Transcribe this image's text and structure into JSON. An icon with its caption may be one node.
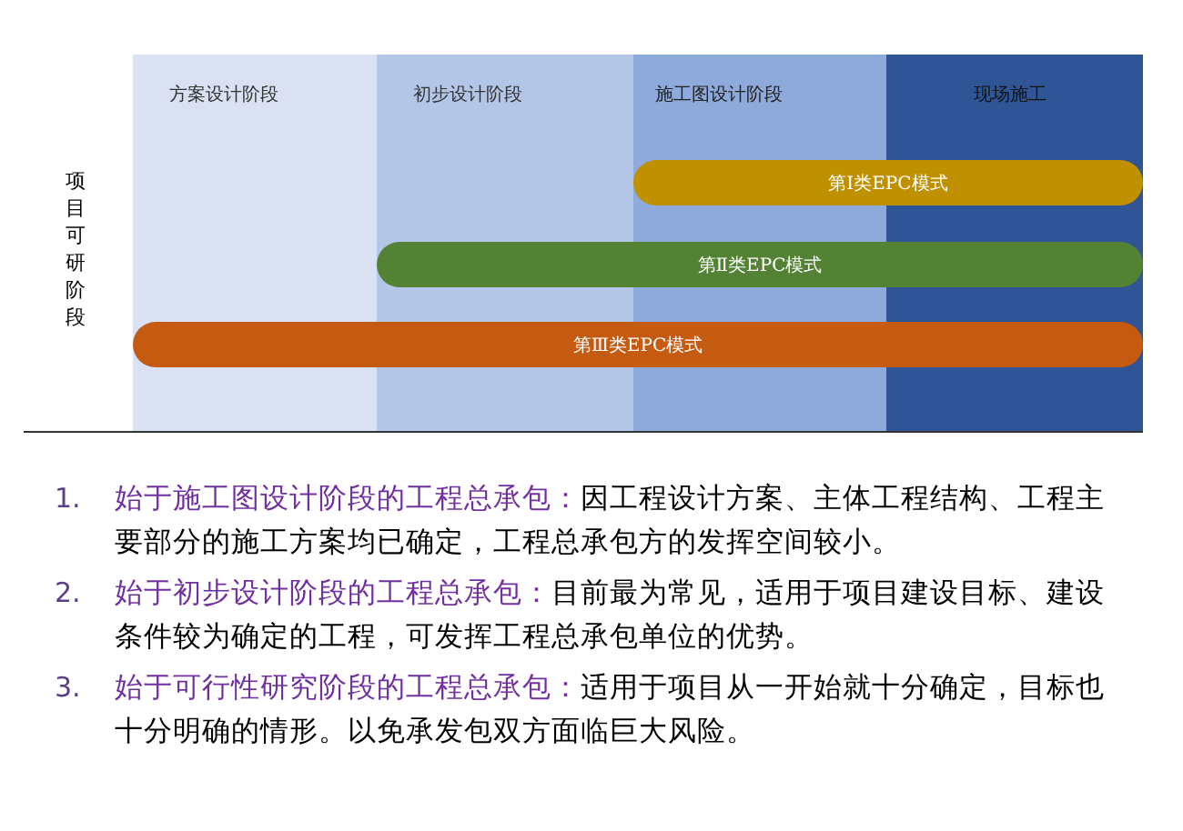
{
  "diagram": {
    "nodes": [
      {
        "text": [
          "方案设计阶段"
        ]
      },
      {
        "text": [
          "初步设计阶段"
        ]
      },
      {
        "text": [
          "施工图设计阶段"
        ]
      },
      {
        "text": [
          "现场施工"
        ]
      },
      {
        "text": [
          "第Ⅰ类EPC模式"
        ]
      },
      {
        "text": [
          "第Ⅱ类EPC模式"
        ]
      },
      {
        "text": [
          "第Ⅲ类EPC模式"
        ]
      }
    ],
    "edges": [],
    "labels": [
      "项目可研阶段",
      "1.",
      "始于施工图设计阶段的工程总承包：",
      "因工程设计方案、主体工程结构、工程主要部分的施工方案均已确定，工程总承包方的发挥空间较小。",
      "2.",
      "始于初步设计阶段的工程总承包：",
      "目前最为常见，适用于项目建设目标、建设条件较为确定的工程，可发挥工程总承包单位的优势。",
      "3.",
      "始于可行性研究阶段的工程总承包：",
      "适用于项目从一开始就十分确定，目标也十分明确的情形。以免承发包双方面临巨大风险。"
    ]
  }
}
